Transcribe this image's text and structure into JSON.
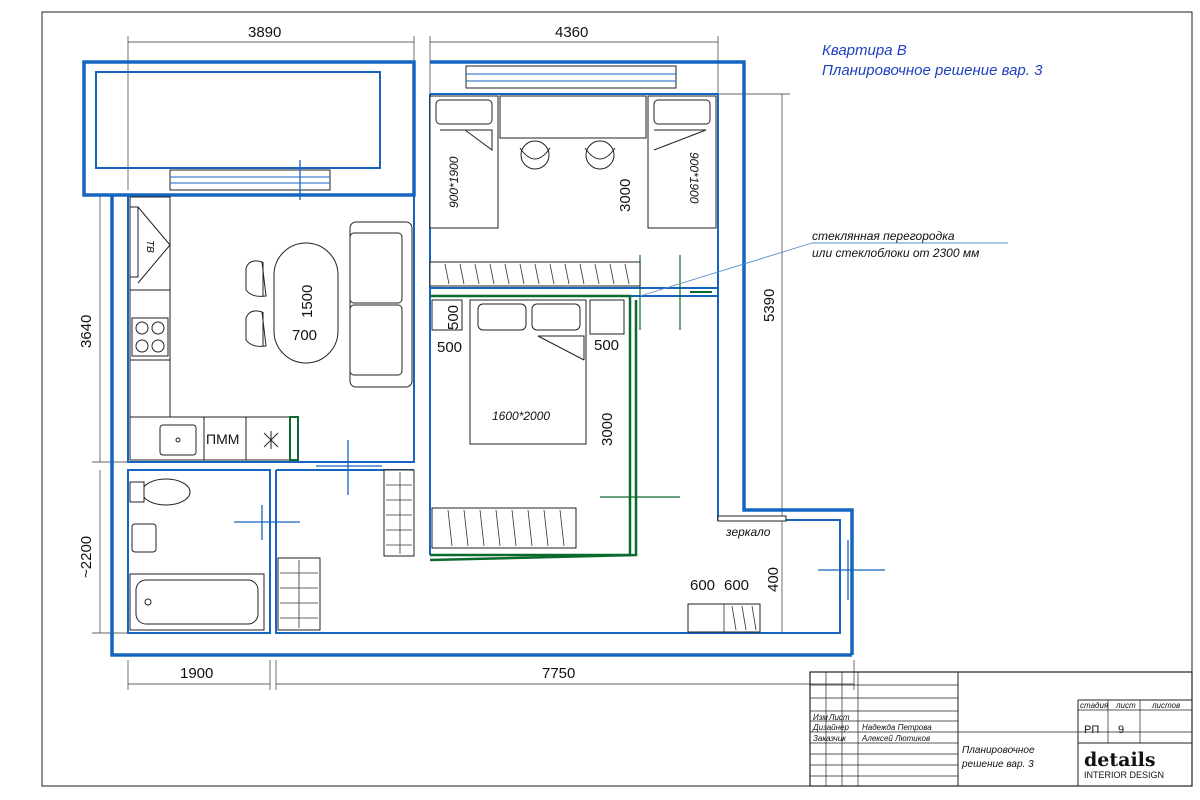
{
  "title": {
    "line1": "Квартира В",
    "line2": "Планировочное решение вар. 3"
  },
  "dimensions": {
    "top_left": "3890",
    "top_right": "4360",
    "left_upper": "3640",
    "left_lower": "~2200",
    "right": "5390",
    "bottom_left": "1900",
    "bottom_right": "7750"
  },
  "labels": {
    "tv": "ТВ",
    "table_h": "1500",
    "table_w": "700",
    "dishwasher": "ПММ",
    "bed_single_left": "900*1900",
    "bed_single_right": "900*1900",
    "kids_room_depth": "3000",
    "bedroom_depth": "3000",
    "bed_double": "1600*2000",
    "night_left_a": "500",
    "night_left_b": "500",
    "night_right": "500",
    "glass_partition_1": "стеклянная перегородка",
    "glass_partition_2": "или стеклоблоки от 2300 мм",
    "mirror": "зеркало",
    "wardrobe_w1": "600",
    "wardrobe_w2": "600",
    "wardrobe_d": "400"
  },
  "title_block": {
    "col_izm": "Изм",
    "col_list": "Лист",
    "designer_role": "Дизайнер",
    "designer_name": "Надежда Петрова",
    "client_role": "Заказчик",
    "client_name": "Алексей Лютиков",
    "sheet_title_1": "Планировочное",
    "sheet_title_2": "решение вар. 3",
    "h_stage": "стадия",
    "h_sheet": "лист",
    "h_sheets": "листов",
    "stage": "РП",
    "sheet_no": "9",
    "logo": "details",
    "logo_sub": "INTERIOR DESIGN"
  },
  "colors": {
    "wall": "#1565c0",
    "partition": "#0b6b2e",
    "title": "#1f3fbf"
  }
}
